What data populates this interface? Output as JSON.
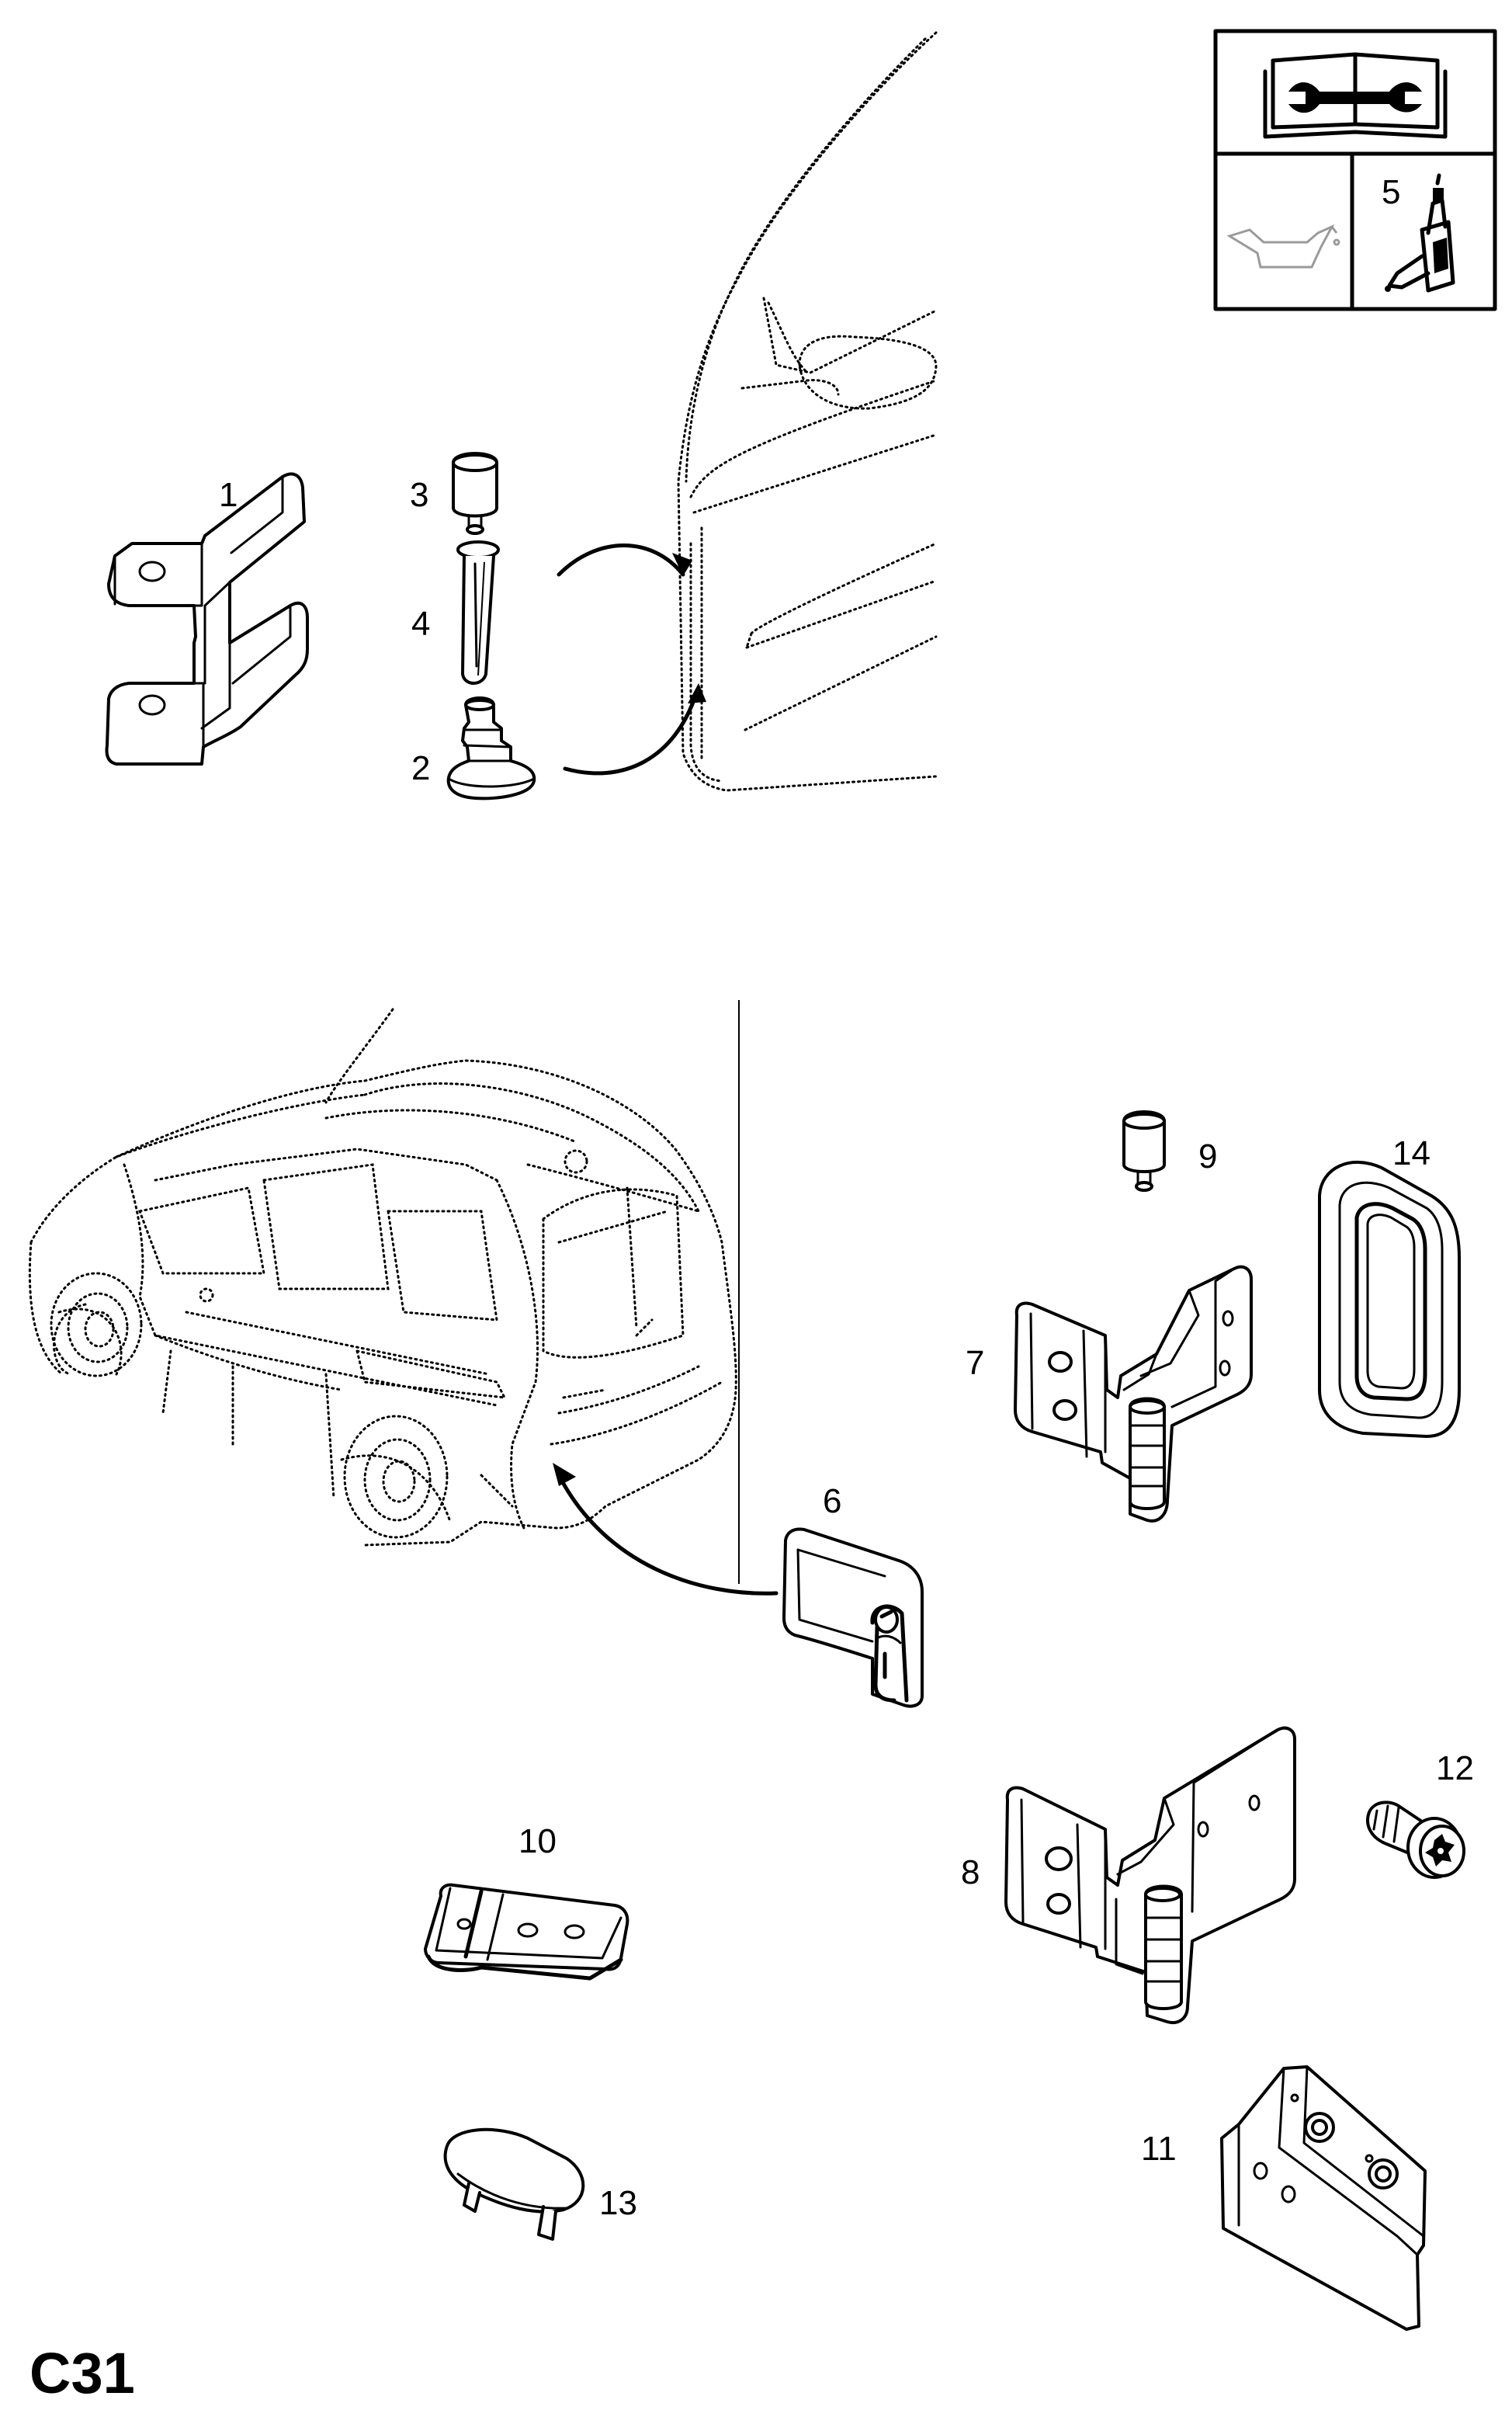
{
  "diagram": {
    "page_code": "C31",
    "legend_box": {
      "icons": [
        "repair-manual-icon",
        "oil-can-icon",
        "sealant-tube-icon"
      ],
      "sealant_callout": "5"
    },
    "callouts": {
      "c1": "1",
      "c2": "2",
      "c3": "3",
      "c4": "4",
      "c6": "6",
      "c7": "7",
      "c8": "8",
      "c9": "9",
      "c10": "10",
      "c11": "11",
      "c12": "12",
      "c13": "13",
      "c14": "14"
    }
  }
}
